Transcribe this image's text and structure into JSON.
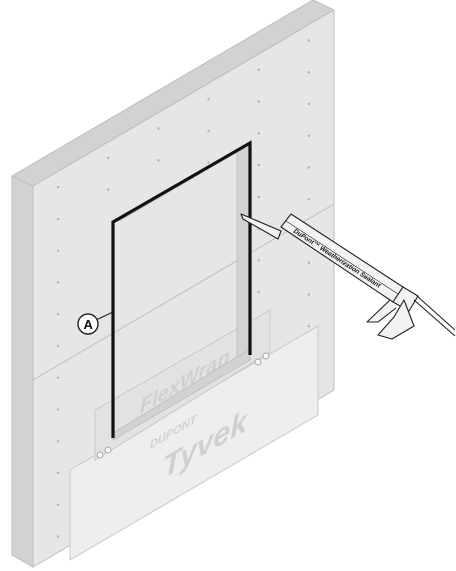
{
  "colors": {
    "background": "#ffffff",
    "sheathing_face": "#e6e6e6",
    "sheathing_edge": "#d2d2d2",
    "sheathing_outline": "#bdbdbd",
    "fastener": "#b0b0b0",
    "tyvek_wrap": "#eeeeee",
    "tyvek_outline": "#c8c8c8",
    "tyvek_text": "#d0d0d0",
    "flashing": "#e2e2e2",
    "sealant_bead": "#111111",
    "caulk_gun": "#f2f2f2",
    "caulk_gun_outline": "#222222"
  },
  "icons": {
    "caulk_gun": "caulk-gun-icon",
    "callout": "callout-a-icon"
  },
  "labels": {
    "callout": "A",
    "tube_brand": "DuPont™ Weatherization Sealant",
    "flashing_brand": "FlexWrap",
    "wrap_brand": "Tyvek",
    "wrap_logo": "DUPONT"
  }
}
